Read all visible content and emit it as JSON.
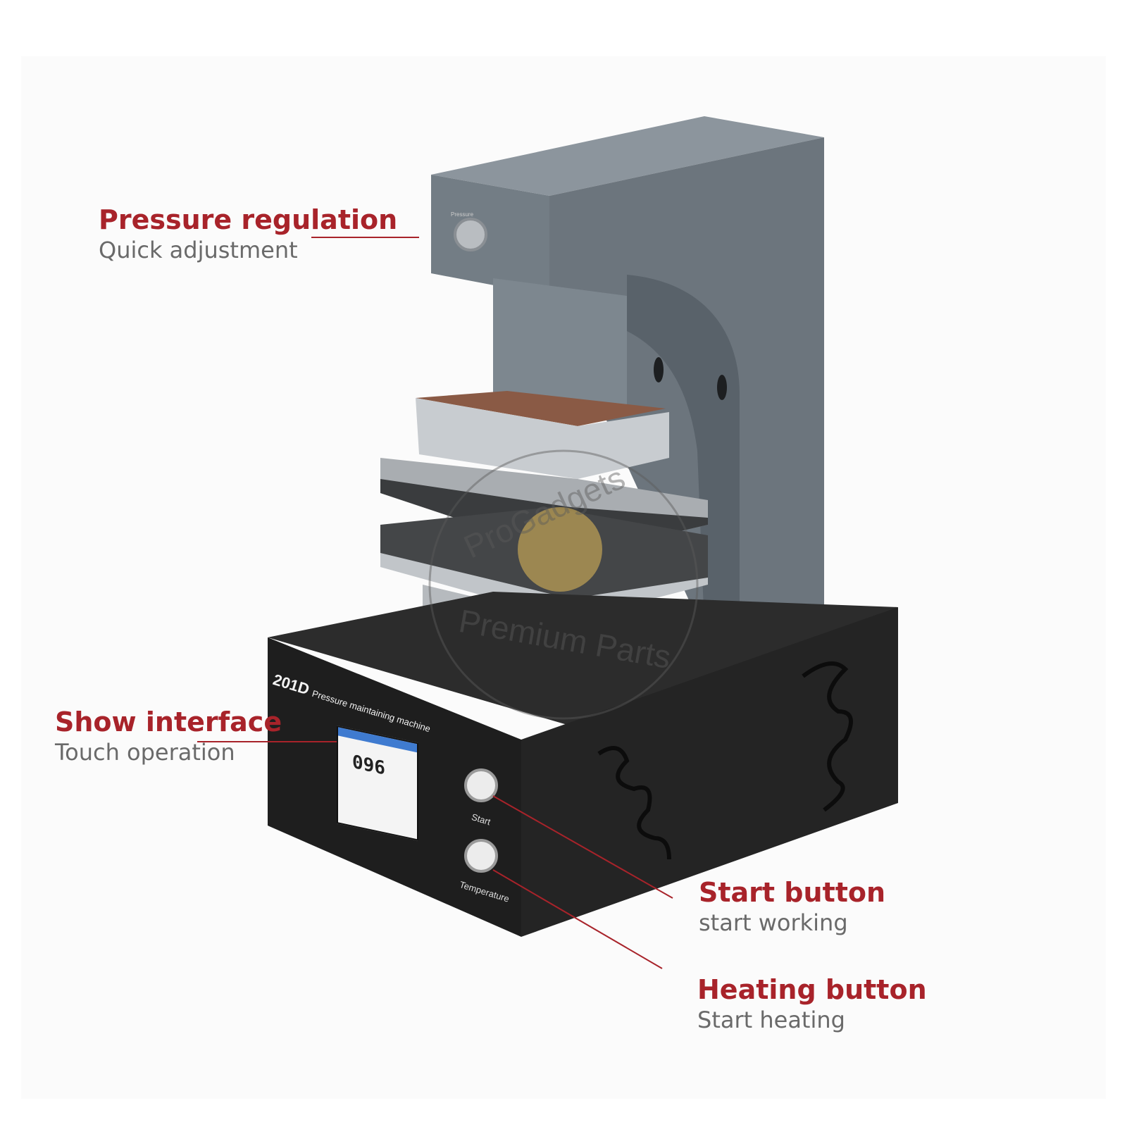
{
  "callouts": [
    {
      "title": "Pressure regulation",
      "subtitle": "Quick adjustment"
    },
    {
      "title": "Show interface",
      "subtitle": "Touch operation"
    },
    {
      "title": "Start button",
      "subtitle": "start working"
    },
    {
      "title": "Heating button",
      "subtitle": "Start heating"
    }
  ],
  "machine": {
    "model": "201D",
    "description": "Pressure maintaining machine",
    "knob_label": "Pressure",
    "screen_reading": "096",
    "buttons": [
      {
        "label": "Start"
      },
      {
        "label": "Temperature"
      }
    ]
  },
  "watermark": {
    "top": "ProGadgets",
    "bottom": "Premium Parts"
  },
  "colors": {
    "accent": "#a8232a",
    "subtitle": "#6a6a6a",
    "body": "#6f7880",
    "base": "#1f1f1f"
  }
}
